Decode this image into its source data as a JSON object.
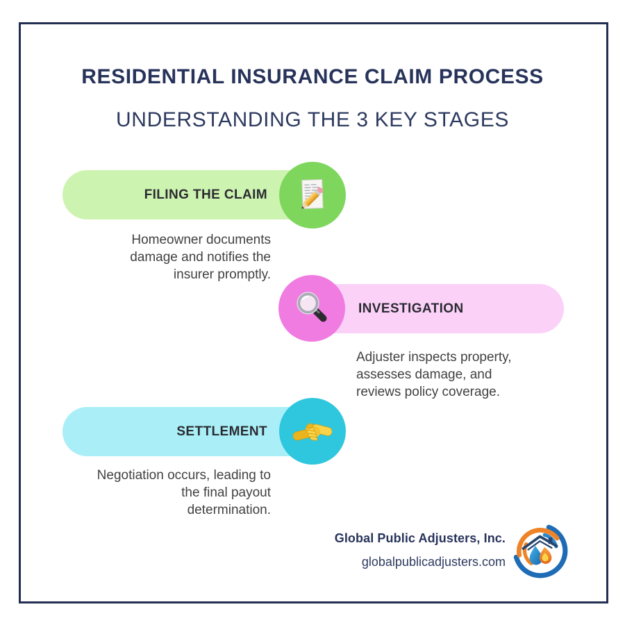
{
  "header": {
    "title": "RESIDENTIAL INSURANCE CLAIM PROCESS",
    "subtitle": "UNDERSTANDING THE 3 KEY STAGES"
  },
  "stages": [
    {
      "label": "FILING THE CLAIM",
      "icon": "memo-pencil-icon",
      "pill_color": "#cdf3b0",
      "circle_color": "#7ed75c",
      "description": "Homeowner documents damage and notifies the insurer promptly.",
      "description_lines": [
        "Homeowner documents",
        "damage and notifies the",
        "insurer promptly."
      ]
    },
    {
      "label": "INVESTIGATION",
      "icon": "magnifying-glass-icon",
      "pill_color": "#fbd1f8",
      "circle_color": "#f07ce2",
      "description": "Adjuster inspects property, assesses damage, and reviews policy coverage.",
      "description_lines": [
        "Adjuster inspects property,",
        "assesses damage, and",
        "reviews policy coverage."
      ]
    },
    {
      "label": "SETTLEMENT",
      "icon": "handshake-icon",
      "pill_color": "#aaeff7",
      "circle_color": "#2fc7de",
      "description": "Negotiation occurs, leading to the final payout determination.",
      "description_lines": [
        "Negotiation occurs, leading to",
        "the final payout",
        "determination."
      ]
    }
  ],
  "footer": {
    "company": "Global Public Adjusters, Inc.",
    "website": "globalpublicadjusters.com",
    "logo": "global-public-adjusters-logo",
    "logo_colors": {
      "blue": "#1e6cb5",
      "orange": "#ef8326",
      "navy": "#25456e"
    }
  },
  "theme": {
    "frame_color": "#232f52",
    "title_color": "#27335a",
    "subtitle_color": "#2d3a5f",
    "label_color": "#2b2b32",
    "description_color": "#414141"
  }
}
